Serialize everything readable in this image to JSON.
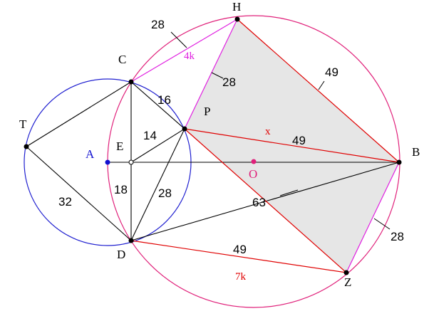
{
  "points": {
    "H": "H",
    "C": "C",
    "T": "T",
    "A": "A",
    "E": "E",
    "P": "P",
    "O": "O",
    "B": "B",
    "D": "D",
    "Z": "Z"
  },
  "measures": {
    "seg_28_top": "28",
    "seg_4k": "4k",
    "seg_28_hp": "28",
    "seg_49_hb": "49",
    "seg_16": "16",
    "seg_14": "14",
    "seg_x": "x",
    "seg_49_pb": "49",
    "seg_32": "32",
    "seg_18": "18",
    "seg_28_dp": "28",
    "seg_63": "63",
    "seg_28_bz": "28",
    "seg_49_dz": "49",
    "seg_7k": "7k"
  },
  "colors": {
    "small_circle": "#2020d0",
    "big_circle": "#e0207a",
    "red": "#e00000",
    "magenta": "#e020e0",
    "shade": "#e6e6e6",
    "point_A": "#1010d0",
    "point_O": "#e0207a"
  }
}
